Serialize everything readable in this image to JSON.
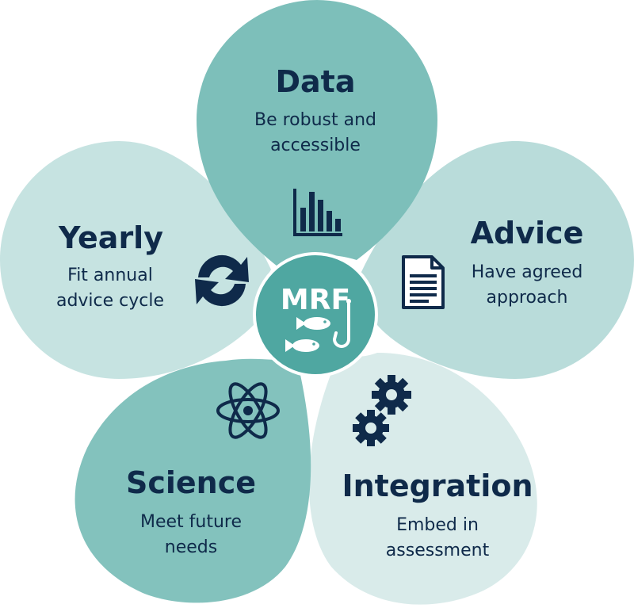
{
  "center": {
    "label": "MRF",
    "icon": "fish-and-hook-icon"
  },
  "petals": {
    "data": {
      "title": "Data",
      "line1": "Be robust and",
      "line2": "accessible",
      "icon": "bar-chart-icon"
    },
    "advice": {
      "title": "Advice",
      "line1": "Have agreed",
      "line2": "approach",
      "icon": "document-icon"
    },
    "integration": {
      "title": "Integration",
      "line1": "Embed in",
      "line2": "assessment",
      "icon": "gears-icon"
    },
    "science": {
      "title": "Science",
      "line1": "Meet future",
      "line2": "needs",
      "icon": "atom-icon"
    },
    "yearly": {
      "title": "Yearly",
      "line1": "Fit annual",
      "line2": "advice cycle",
      "icon": "refresh-cycle-icon"
    }
  },
  "colors": {
    "data": "#7dbfba",
    "advice": "#b9dcda",
    "integration": "#d9ebea",
    "science": "#83c2bd",
    "yearly": "#c6e3e1",
    "center": "#4fa7a1",
    "ink": "#0f2a4a"
  }
}
